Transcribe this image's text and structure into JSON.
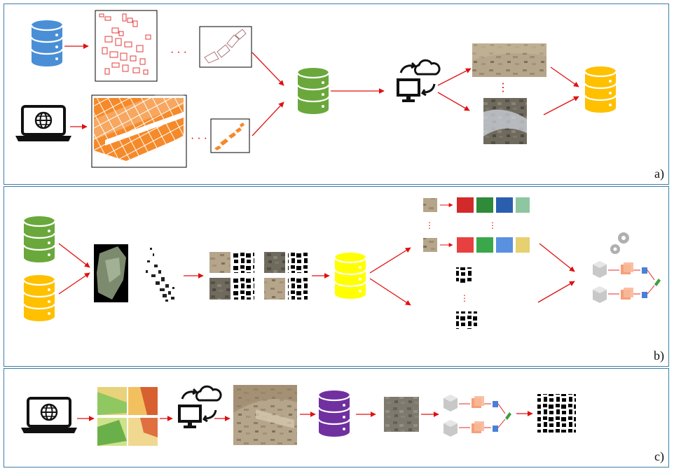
{
  "panels": [
    {
      "id": "a",
      "label": "a)"
    },
    {
      "id": "b",
      "label": "b)"
    },
    {
      "id": "c",
      "label": "c)"
    }
  ],
  "colors": {
    "frame": "#3d7fa8",
    "arrow": "#e01010",
    "db_blue": "#4a8fd6",
    "db_green": "#6aa83c",
    "db_orange": "#ffc000",
    "db_yellow": "#ffff00",
    "db_purple": "#7030a0",
    "footprint_red": "#e33a3a",
    "footprint_orange": "#f58a2a"
  },
  "icons": {
    "database": "database-icon",
    "laptop": "laptop-globe-icon",
    "cloud_computer": "cloud-computer-sync-icon",
    "gears": "gears-icon",
    "network": "neural-network-icon"
  },
  "ellipsis": {
    "horizontal": "· · ·",
    "vertical": "⋮"
  },
  "thumbnails": [
    "building-footprints-red",
    "building-footprints-orange",
    "satellite-image",
    "rgb-channels",
    "segmentation-mask",
    "hazard-maps"
  ]
}
